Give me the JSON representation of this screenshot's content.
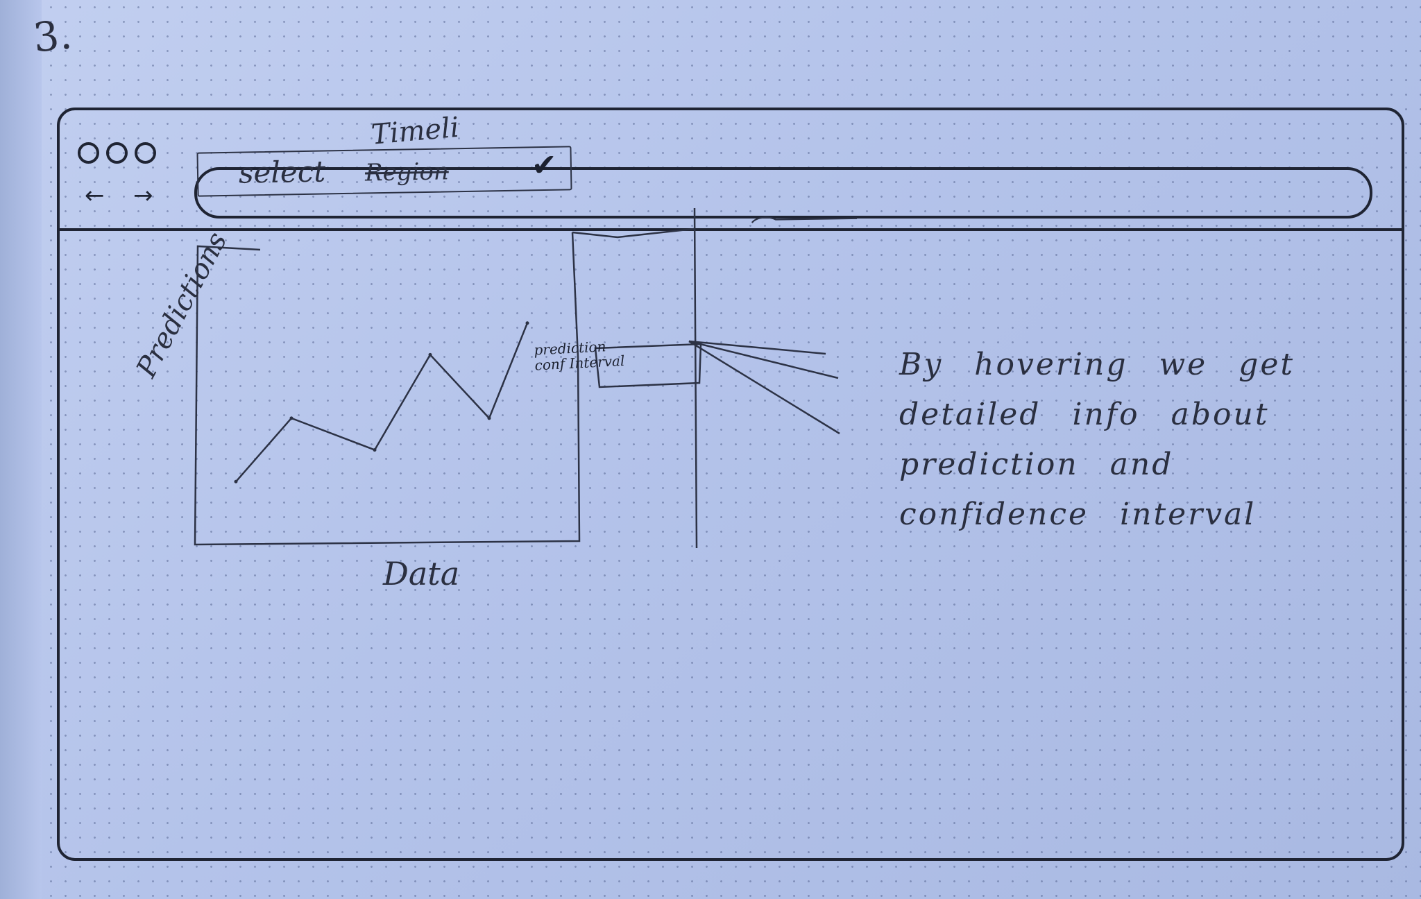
{
  "sheet": {
    "page_number": "3."
  },
  "browser": {
    "window_controls": [
      "window-dot",
      "window-dot",
      "window-dot"
    ],
    "icons": {
      "back": "back-arrow-icon",
      "forward": "forward-arrow-icon"
    },
    "glyphs": {
      "back": "←",
      "forward": "→"
    },
    "address_bar": {
      "value": ""
    }
  },
  "dropdown": {
    "label": "select",
    "struck_text": "Region",
    "inserted_text": "Timeli",
    "check_icon": "checkmark-icon",
    "check_glyph": "✔"
  },
  "chart": {
    "y_label": "Predictions",
    "x_label": "Data",
    "tooltip": "prediction\nconf Interval"
  },
  "chart_data": {
    "type": "line",
    "title": "",
    "xlabel": "Data",
    "ylabel": "Predictions",
    "grid": false,
    "values": [
      1,
      3,
      2,
      5,
      3,
      6
    ]
  },
  "annotation": {
    "text": "By hovering we get detailed info about prediction and confidence interval"
  }
}
